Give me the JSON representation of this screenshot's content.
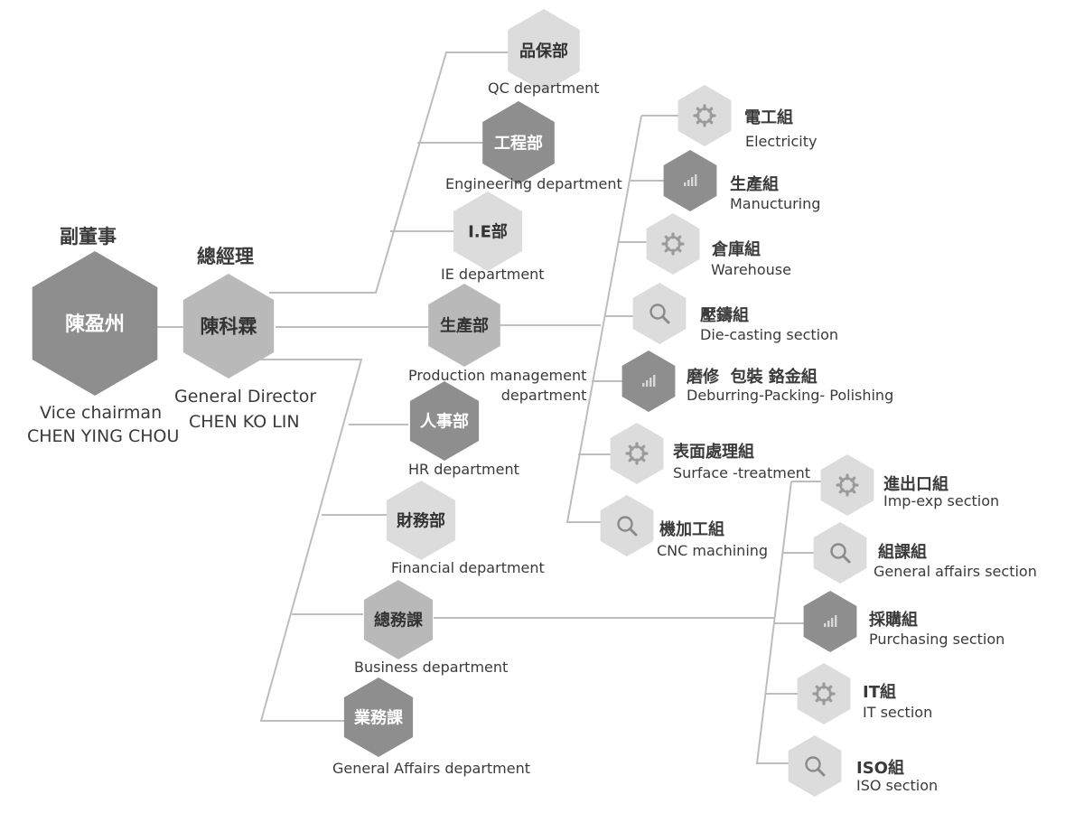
{
  "colors": {
    "dark": "#8e8e8e",
    "mid": "#b9b9b9",
    "light": "#dcdcdc",
    "line": "#bdbdbd",
    "hex_text": "#ffffff"
  },
  "top": {
    "vice": {
      "role_zh": "副董事",
      "name_zh": "陳盈州",
      "role_en": "Vice chairman",
      "name_en": "CHEN YING CHOU"
    },
    "gm": {
      "role_zh": "總經理",
      "name_zh": "陳科霖",
      "role_en": "General Director",
      "name_en": "CHEN KO LIN"
    }
  },
  "departments": [
    {
      "zh": "品保部",
      "en": "QC  department",
      "shade": "light"
    },
    {
      "zh": "工程部",
      "en": "Engineering  department",
      "shade": "dark"
    },
    {
      "zh": "I.E部",
      "en": "IE  department",
      "shade": "light"
    },
    {
      "zh": "生產部",
      "en": "Production management\ndepartment",
      "shade": "mid"
    },
    {
      "zh": "人事部",
      "en": "HR  department",
      "shade": "dark"
    },
    {
      "zh": "財務部",
      "en": "Financial  department",
      "shade": "light"
    },
    {
      "zh": "總務課",
      "en": "Business  department",
      "shade": "mid"
    },
    {
      "zh": "業務課",
      "en": "General Affairs department",
      "shade": "dark"
    }
  ],
  "production_sections": [
    {
      "zh": "電工組",
      "en": "Electricity",
      "icon": "gear-icon",
      "shade": "light"
    },
    {
      "zh": "生產組",
      "en": "Manucturing",
      "icon": "bar-chart-icon",
      "shade": "dark"
    },
    {
      "zh": "倉庫組",
      "en": "Warehouse",
      "icon": "gear-icon",
      "shade": "light"
    },
    {
      "zh": "壓鑄組",
      "en": "Die-casting section",
      "icon": "search-icon",
      "shade": "light"
    },
    {
      "zh": "磨修  包裝 鉻金組",
      "en": "Deburring-Packing- Polishing",
      "icon": "bar-chart-icon",
      "shade": "dark"
    },
    {
      "zh": "表面處理組",
      "en": "Surface -treatment",
      "icon": "gear-icon",
      "shade": "light"
    },
    {
      "zh": "機加工組",
      "en": "CNC machining",
      "icon": "search-icon",
      "shade": "light"
    }
  ],
  "business_sections": [
    {
      "zh": "進出口組",
      "en": "Imp-exp  section",
      "icon": "gear-icon",
      "shade": "light"
    },
    {
      "zh": "組課組",
      "en": "General affairs section",
      "icon": "search-icon",
      "shade": "light"
    },
    {
      "zh": "採購組",
      "en": "Purchasing  section",
      "icon": "bar-chart-icon",
      "shade": "dark"
    },
    {
      "zh": "IT組",
      "en": "IT  section",
      "icon": "gear-icon",
      "shade": "light"
    },
    {
      "zh": "ISO組",
      "en": "ISO section",
      "icon": "search-icon",
      "shade": "light"
    }
  ]
}
